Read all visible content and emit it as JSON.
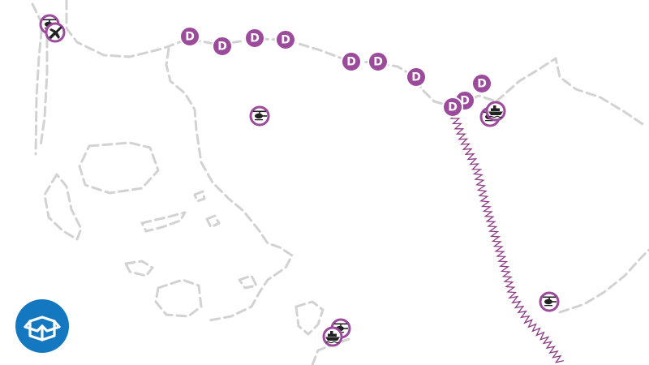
{
  "map": {
    "background": "#ffffff",
    "coastline_color": "#d2d2d2",
    "route_color": "#8e3b86",
    "marker_color": "#9c4a9b",
    "ferry_route": {
      "style": "zigzag"
    },
    "stop_label": "D",
    "stops": [
      {
        "id": "stop-1",
        "label": "D"
      },
      {
        "id": "stop-2",
        "label": "D"
      },
      {
        "id": "stop-3",
        "label": "D"
      },
      {
        "id": "stop-4",
        "label": "D"
      },
      {
        "id": "stop-5",
        "label": "D"
      },
      {
        "id": "stop-6",
        "label": "D"
      },
      {
        "id": "stop-7",
        "label": "D"
      },
      {
        "id": "stop-8",
        "label": "D"
      },
      {
        "id": "stop-9",
        "label": "D"
      },
      {
        "id": "stop-10",
        "label": "D"
      }
    ],
    "points_of_interest": [
      {
        "id": "poi-helipad-nw",
        "icon": "helicopter-icon"
      },
      {
        "id": "poi-airport-nw",
        "icon": "airplane-icon"
      },
      {
        "id": "poi-helipad-center",
        "icon": "helicopter-icon"
      },
      {
        "id": "poi-helipad-port",
        "icon": "helicopter-icon"
      },
      {
        "id": "poi-ferry-port",
        "icon": "ferry-icon"
      },
      {
        "id": "poi-helipad-south",
        "icon": "helicopter-icon"
      },
      {
        "id": "poi-ferry-south",
        "icon": "ferry-icon"
      },
      {
        "id": "poi-helipad-east",
        "icon": "helicopter-icon"
      }
    ]
  },
  "badge": {
    "icon": "open-box-icon",
    "color": "#1378bf"
  }
}
